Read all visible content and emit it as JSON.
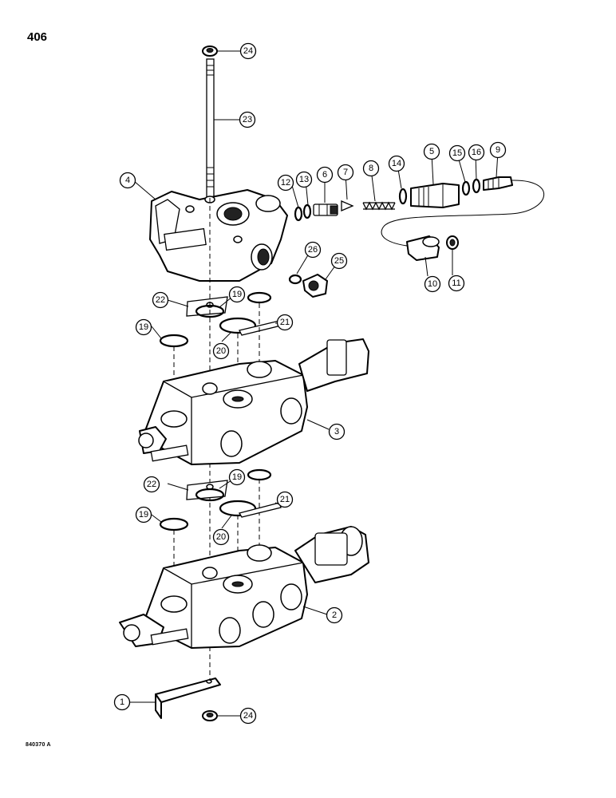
{
  "page": {
    "number": "406",
    "figure_code": "840370 A"
  },
  "callouts": {
    "c1": "1",
    "c2": "2",
    "c3": "3",
    "c4": "4",
    "c5": "5",
    "c6": "6",
    "c7": "7",
    "c8": "8",
    "c9": "9",
    "c10": "10",
    "c11": "11",
    "c12": "12",
    "c13": "13",
    "c14": "14",
    "c15": "15",
    "c16": "16",
    "c19a": "19",
    "c19b": "19",
    "c19c": "19",
    "c19d": "19",
    "c20a": "20",
    "c20b": "20",
    "c21a": "21",
    "c21b": "21",
    "c22a": "22",
    "c22b": "22",
    "c23": "23",
    "c24a": "24",
    "c24b": "24",
    "c25": "25",
    "c26": "26"
  }
}
